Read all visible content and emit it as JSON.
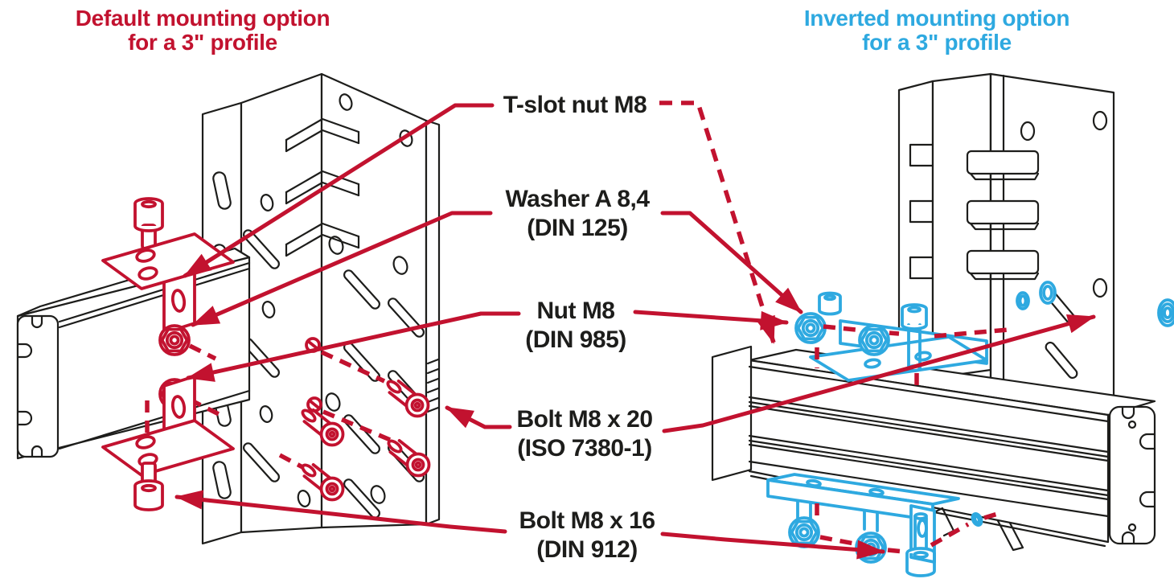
{
  "diagram": {
    "left_title": {
      "line1": "Default mounting option",
      "line2": "for a 3\" profile",
      "color": "#c2122f"
    },
    "right_title": {
      "line1": "Inverted mounting option",
      "line2": "for a 3\" profile",
      "color": "#2ea9e0"
    },
    "labels": [
      {
        "id": "t-slot-nut",
        "line1": "T-slot nut M8",
        "line2": ""
      },
      {
        "id": "washer",
        "line1": "Washer A 8,4",
        "line2": "(DIN 125)"
      },
      {
        "id": "nut",
        "line1": "Nut M8",
        "line2": "(DIN 985)"
      },
      {
        "id": "bolt-m8x20",
        "line1": "Bolt M8 x 20",
        "line2": "(ISO 7380-1)"
      },
      {
        "id": "bolt-m8x16",
        "line1": "Bolt M8 x 16",
        "line2": "(DIN 912)"
      }
    ],
    "colors": {
      "leader_arrows": "#c2122f",
      "left_highlight": "#c2122f",
      "right_highlight": "#2ea9e0",
      "line_art": "#1d1d1b",
      "label_text": "#1d1d1b",
      "background": "#ffffff"
    }
  }
}
